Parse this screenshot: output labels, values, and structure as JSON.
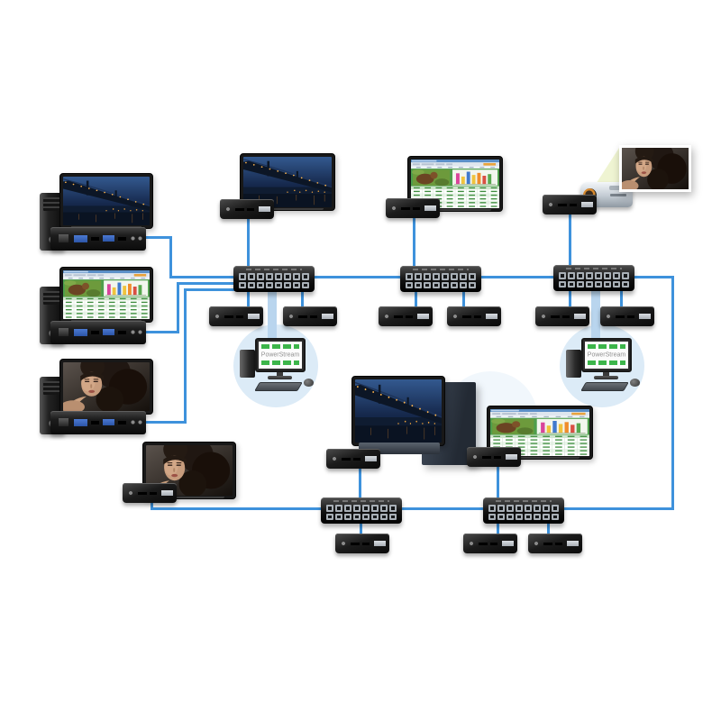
{
  "powerstream": {
    "label": "PowerStream"
  },
  "colors": {
    "background": "#ffffff",
    "link_line": "#3e92dc",
    "link_line_soft": "#b9d5ee",
    "halo": "#dcebf7",
    "powerstream_green": "#3cb54a",
    "powerstream_text": "#8f8f8f",
    "device_black": "#151515",
    "projector_beam": "#e4ecb4"
  },
  "nodes": {
    "source_workstations": [
      {
        "name": "workstation-1",
        "parts": [
          "pc-tower",
          "monitor",
          "encoder"
        ],
        "screen_content": "night-bridge-city-photo"
      },
      {
        "name": "workstation-2",
        "parts": [
          "pc-tower",
          "monitor",
          "encoder"
        ],
        "screen_content": "spreadsheet-photo-bar-chart"
      },
      {
        "name": "workstation-3",
        "parts": [
          "pc-tower",
          "monitor",
          "encoder"
        ],
        "screen_content": "portrait-photo"
      }
    ],
    "network_switches": [
      "switch-top-left",
      "switch-top-center",
      "switch-top-right",
      "switch-bottom-left",
      "switch-bottom-right"
    ],
    "displays": [
      {
        "name": "display-top-left",
        "screen_content": "night-bridge-city-photo"
      },
      {
        "name": "display-top-center",
        "screen_content": "spreadsheet-photo-bar-chart"
      },
      {
        "name": "projector-screen",
        "screen_content": "portrait-photo"
      },
      {
        "name": "tv-center",
        "screen_content": "night-bridge-city-photo"
      },
      {
        "name": "display-bottom-right",
        "screen_content": "spreadsheet-photo-bar-chart"
      },
      {
        "name": "display-bottom-left",
        "screen_content": "portrait-photo"
      }
    ],
    "control_computers": [
      {
        "name": "control-pc-left",
        "screen_label": "PowerStream"
      },
      {
        "name": "control-pc-right",
        "screen_label": "PowerStream"
      }
    ],
    "endpoint_box_count": 15
  }
}
